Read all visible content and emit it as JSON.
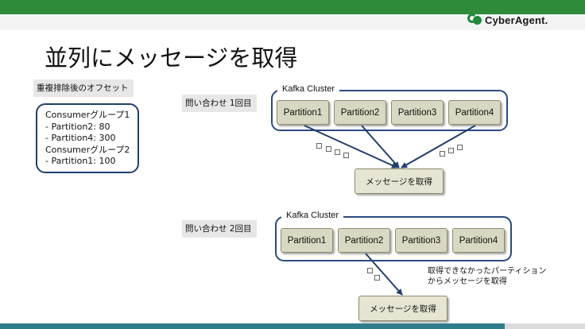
{
  "brand": {
    "name": "CyberAgent.",
    "color": "#2e8b3a"
  },
  "slide_title": "並列にメッセージを取得",
  "offsets": {
    "label": "重複排除後のオフセット",
    "lines": [
      "Consumerグループ1",
      " - Partition2: 80",
      " - Partition4: 300",
      "Consumerグループ2",
      " - Partition1: 100"
    ]
  },
  "query1": {
    "label": "問い合わせ 1回目",
    "cluster_label": "Kafka Cluster",
    "partitions": [
      "Partition1",
      "Partition2",
      "Partition3",
      "Partition4"
    ],
    "result": "メッセージを取得"
  },
  "query2": {
    "label": "問い合わせ 2回目",
    "cluster_label": "Kafka Cluster",
    "partitions": [
      "Partition1",
      "Partition2",
      "Partition3",
      "Partition4"
    ],
    "result": "メッセージを取得",
    "note_lines": [
      "取得できなかったパーティション",
      "からメッセージを取得"
    ]
  },
  "colors": {
    "arrow": "#1f3f6e",
    "partition_fill": "#d9d8c2",
    "cluster_border": "#2a4b80"
  }
}
